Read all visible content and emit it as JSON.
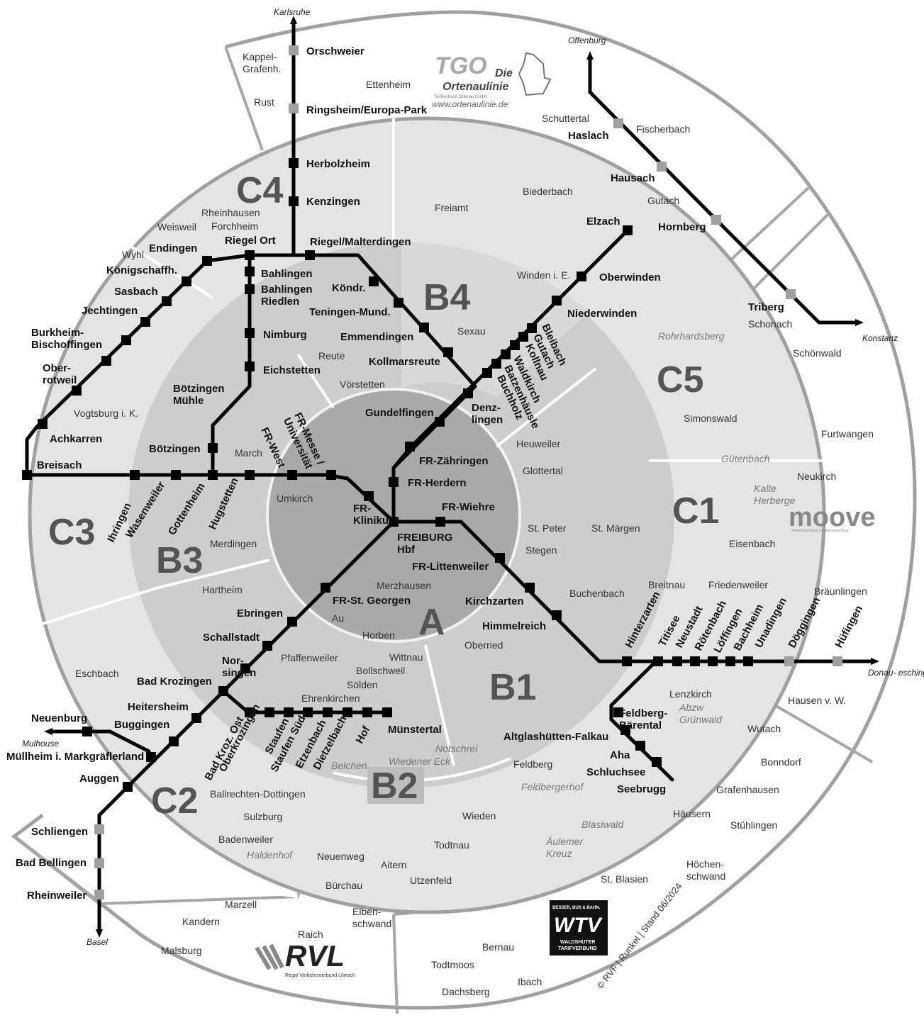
{
  "zones": {
    "A": "A",
    "B1": "B1",
    "B2": "B2",
    "B3": "B3",
    "B4": "B4",
    "C1": "C1",
    "C2": "C2",
    "C3": "C3",
    "C4": "C4",
    "C5": "C5"
  },
  "directions": {
    "karlsruhe": "Karlsruhe",
    "offenburg": "Offenburg",
    "konstanz": "Konstanz",
    "donaueschingen": "Donau-\neschingen",
    "mulhouse": "Mulhouse",
    "basel": "Basel"
  },
  "stations": [
    "Orschweier",
    "Ringsheim/Europa-Park",
    "Herbolzheim",
    "Kenzingen",
    "Riegel/Malterdingen",
    "Riegel Ort",
    "Endingen",
    "Königschaffh.",
    "Sasbach",
    "Jechtingen",
    "Burkheim-\nBischoffingen",
    "Ober-\nrotweil",
    "Achkarren",
    "Breisach",
    "Bahlingen",
    "Bahlingen\nRiedlen",
    "Nimburg",
    "Eichstetten",
    "Bötzingen\nMühle",
    "Bötzingen",
    "Ihringen",
    "Wasenweiler",
    "Gottenheim",
    "Hugstetten",
    "FR-West",
    "FR-Messe /\nUniversität",
    "FR-\nKlinikum",
    "Köndr.",
    "Teningen-Mund.",
    "Emmendingen",
    "Kollmarsreute",
    "Denz-\nlingen",
    "Gundelfingen",
    "FR-Zähringen",
    "FR-Herdern",
    "Elzach",
    "Oberwinden",
    "Niederwinden",
    "Bleibach",
    "Gutach",
    "Kollnau",
    "Waldkirch",
    "Batzenhäusle",
    "Buchholz",
    "FREIBURG\nHbf",
    "FR-Wiehre",
    "FR-Littenweiler",
    "Kirchzarten",
    "Himmelreich",
    "Hinterzarten",
    "Titisee",
    "Neustadt",
    "Rötenbach",
    "Löffingen",
    "Bachheim",
    "Unadingen",
    "Döggingen",
    "Hüfingen",
    "Feldberg-\nBärental",
    "Aha",
    "Schluchsee",
    "Seebrugg",
    "FR-St. Georgen",
    "Ebringen",
    "Schallstadt",
    "Nor-\nsingen",
    "Bad Krozingen",
    "Heitersheim",
    "Buggingen",
    "Müllheim i. Markgräflerland",
    "Neuenburg",
    "Auggen",
    "Schliengen",
    "Bad Bellingen",
    "Rheinweiler",
    "Bad Kroz. Ost",
    "Oberkrozingen",
    "Staufen",
    "Staufen Süd",
    "Etzenbach",
    "Dietzelbach",
    "Hof",
    "Münstertal",
    "Altglashütten-Falkau",
    "Haslach",
    "Hausach",
    "Hornberg",
    "Triberg"
  ],
  "places": [
    "Kappel-\nGrafenh.",
    "Rust",
    "Ettenheim",
    "Weisweil",
    "Rheinhausen",
    "Forchheim",
    "Wyhl",
    "Freiamt",
    "Biederbach",
    "Winden i. E.",
    "Sexau",
    "Reute",
    "Vörstetten",
    "Vogtsburg i. K.",
    "March",
    "Umkirch",
    "Merdingen",
    "Hartheim",
    "Heuweiler",
    "Glottertal",
    "St. Peter",
    "Stegen",
    "St. Märgen",
    "Buchenbach",
    "Merzhausen",
    "Au",
    "Horben",
    "Oberried",
    "Wittnau",
    "Bollschweil",
    "Sölden",
    "Ehrenkirchen",
    "Pfaffenweiler",
    "Eschbach",
    "Ballrechten-Dottingen",
    "Sulzburg",
    "Badenweiler",
    "Feldberg",
    "Lenzkirch",
    "Schuttertal",
    "Fischerbach",
    "Gutach",
    "Schonach",
    "Schönwald",
    "Simonswald",
    "Furtwangen",
    "Neukirch",
    "Eisenbach",
    "Breitnau",
    "Friedenweiler",
    "Bräunlingen",
    "Hausen v. W.",
    "Wutach",
    "Bonndorf",
    "Grafenhausen",
    "Häusern",
    "Stühlingen",
    "Höchen-\nschwand",
    "St. Blasien",
    "Wieden",
    "Todtnau",
    "Neuenweg",
    "Aitern",
    "Utzenfeld",
    "Bürchau",
    "Elben-\nschwand",
    "Marzell",
    "Kandern",
    "Raich",
    "Malsburg",
    "Bernau",
    "Todtmoos",
    "Ibach",
    "Dachsberg"
  ],
  "places_italic": [
    "Rohrhardsberg",
    "Gütenbach",
    "Kalte\nHerberge",
    "Notschrei",
    "Wiedener Eck",
    "Belchen",
    "Feldbergerhof",
    "Abzw\nGrünwald",
    "Blasiwald",
    "Äulemer\nKreuz",
    "Haldenhof"
  ],
  "logos": {
    "tgo_main": "TGO",
    "tgo_die": "Die",
    "tgo_name": "Ortenaulinie",
    "tgo_small": "Tarifverbund Ortenau GmbH",
    "tgo_url": "www.ortenaulinie.de",
    "moove": "moove",
    "moove_small": "Verkehrsverbund Schwarzwald-Baar",
    "wtv_top": "BESSER, BUS & BAHN.",
    "wtv": "WTV",
    "wtv_name": "WALDSHUTER\nTARIFVERBUND",
    "rvl": "RVL",
    "rvl_small": "Regio Verkehrsverbund Lörrach"
  },
  "credit": "© RVF | Runkel | Stand 06/2024",
  "colors": {
    "zone_a": "#a9a9a9",
    "zone_b": "#cdcdcd",
    "zone_c": "#e4e4e4",
    "line": "#000000",
    "external_stop": "#9f9f9f"
  }
}
